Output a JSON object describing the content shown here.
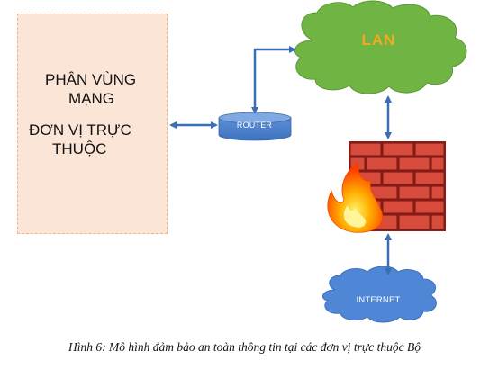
{
  "zone": {
    "lines": [
      "PHÂN VÙNG",
      "MẠNG",
      "ĐƠN VỊ TRỰC",
      "THUỘC"
    ]
  },
  "router": {
    "label": "ROUTER"
  },
  "lan": {
    "label": "LAN"
  },
  "internet": {
    "label": "INTERNET"
  },
  "caption": "Hình  6: Mô hình đảm bảo an toàn thông tin tại các đơn vị trực thuộc Bộ",
  "colors": {
    "zone_fill": "#fbe5d6",
    "zone_border": "#f4b183",
    "router": "#4a7fc9",
    "lan_cloud": "#70b444",
    "lan_text": "#f5a623",
    "internet_cloud": "#4f86d6",
    "arrows": "#3a6fb5",
    "brick": "#c0392b",
    "flame": "#ff6a00"
  },
  "icons": [
    "router-icon",
    "lan-cloud-icon",
    "firewall-icon",
    "flame-icon",
    "internet-cloud-icon"
  ]
}
